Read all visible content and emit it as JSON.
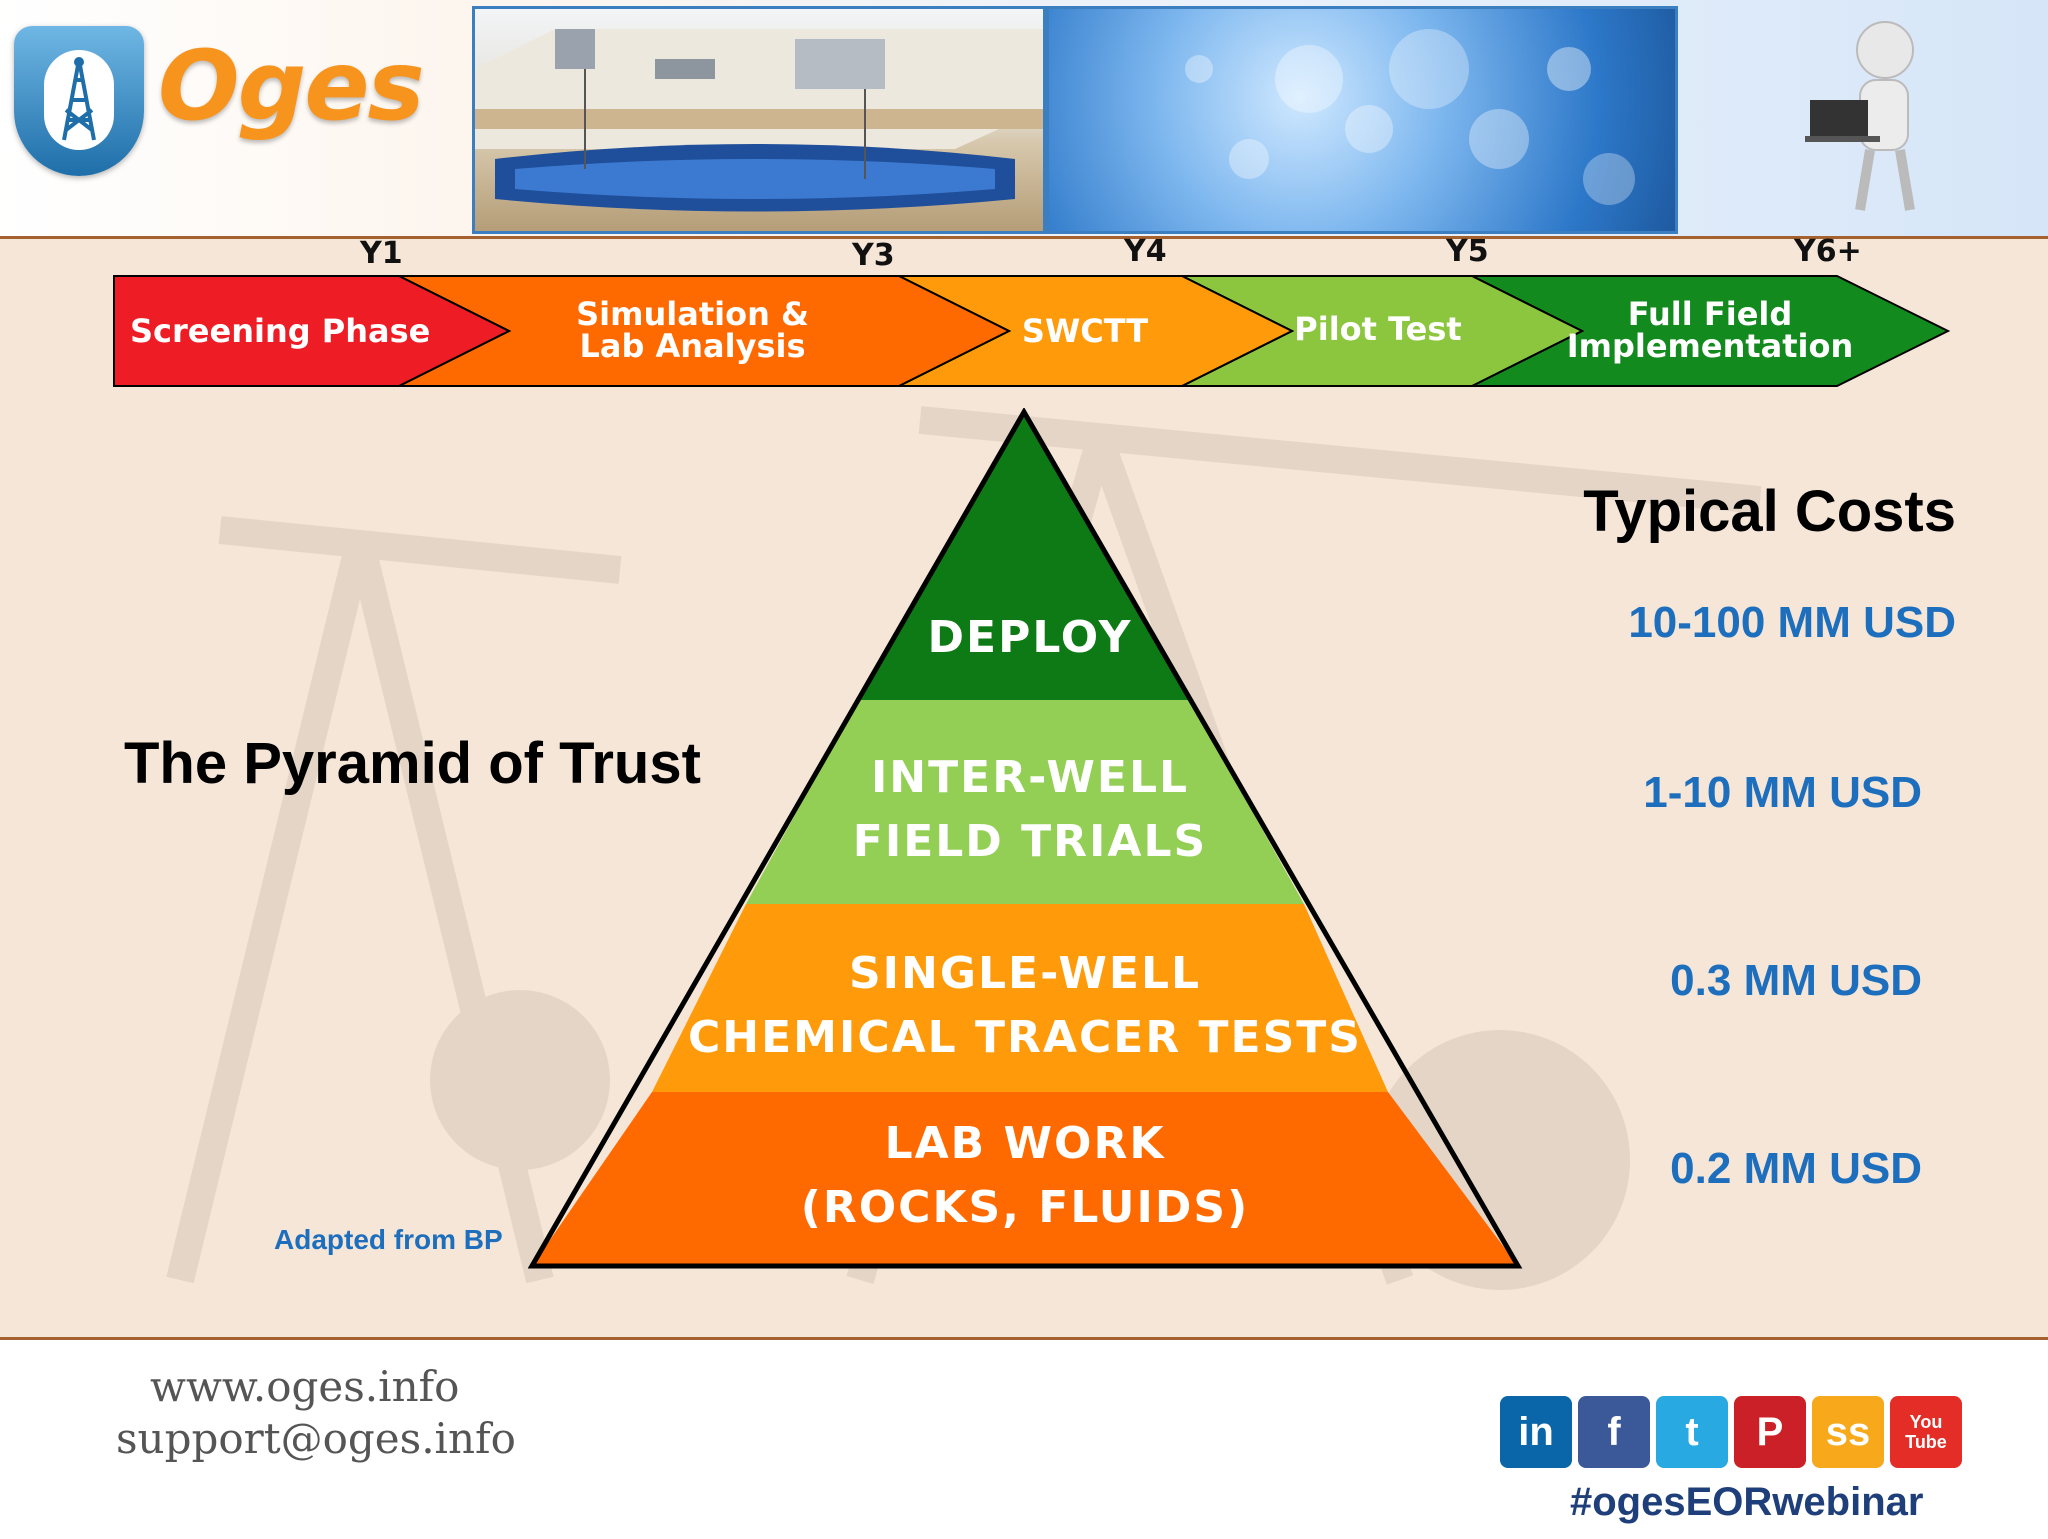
{
  "brand": {
    "logo_text": "Oges"
  },
  "timeline": {
    "years": [
      "Y1",
      "Y3",
      "Y4",
      "Y5",
      "Y6+"
    ],
    "phases": [
      {
        "line1": "Screening Phase",
        "line2": "",
        "color": "#ee1c25"
      },
      {
        "line1": "Simulation &",
        "line2": "Lab Analysis",
        "color": "#ff6a00"
      },
      {
        "line1": "SWCTT",
        "line2": "",
        "color": "#ff9a0a"
      },
      {
        "line1": "Pilot Test",
        "line2": "",
        "color": "#8cc63e"
      },
      {
        "line1": "Full Field",
        "line2": "Implementation",
        "color": "#128a1e"
      }
    ]
  },
  "pyramid": {
    "title": "The Pyramid of Trust",
    "source": "Adapted from BP",
    "levels": [
      {
        "line1": "DEPLOY",
        "line2": "",
        "color": "#0d7a15"
      },
      {
        "line1": "INTER-WELL",
        "line2": "FIELD TRIALS",
        "color": "#93cf54"
      },
      {
        "line1": "SINGLE-WELL",
        "line2": "CHEMICAL TRACER TESTS",
        "color": "#ff9b0a"
      },
      {
        "line1": "LAB WORK",
        "line2": "(ROCKS, FLUIDS)",
        "color": "#ff6a00"
      }
    ]
  },
  "costs": {
    "title": "Typical Costs",
    "values": [
      "10-100 MM USD",
      "1-10 MM USD",
      "0.3 MM USD",
      "0.2 MM USD"
    ],
    "color": "#1d6fbd"
  },
  "footer": {
    "website": "www.oges.info",
    "email": "support@oges.info",
    "hashtag": "#ogesEORwebinar",
    "social_icons": [
      {
        "icon": "linkedin-icon",
        "glyph": "in",
        "color": "#0a66a8"
      },
      {
        "icon": "facebook-icon",
        "glyph": "f",
        "color": "#3b5998"
      },
      {
        "icon": "twitter-icon",
        "glyph": "t",
        "color": "#29a9e1"
      },
      {
        "icon": "pinterest-icon",
        "glyph": "P",
        "color": "#cb2027"
      },
      {
        "icon": "slideshare-icon",
        "glyph": "ss",
        "color": "#f7a81b"
      },
      {
        "icon": "youtube-icon",
        "glyph": "You Tube",
        "color": "#e52d27"
      }
    ]
  }
}
